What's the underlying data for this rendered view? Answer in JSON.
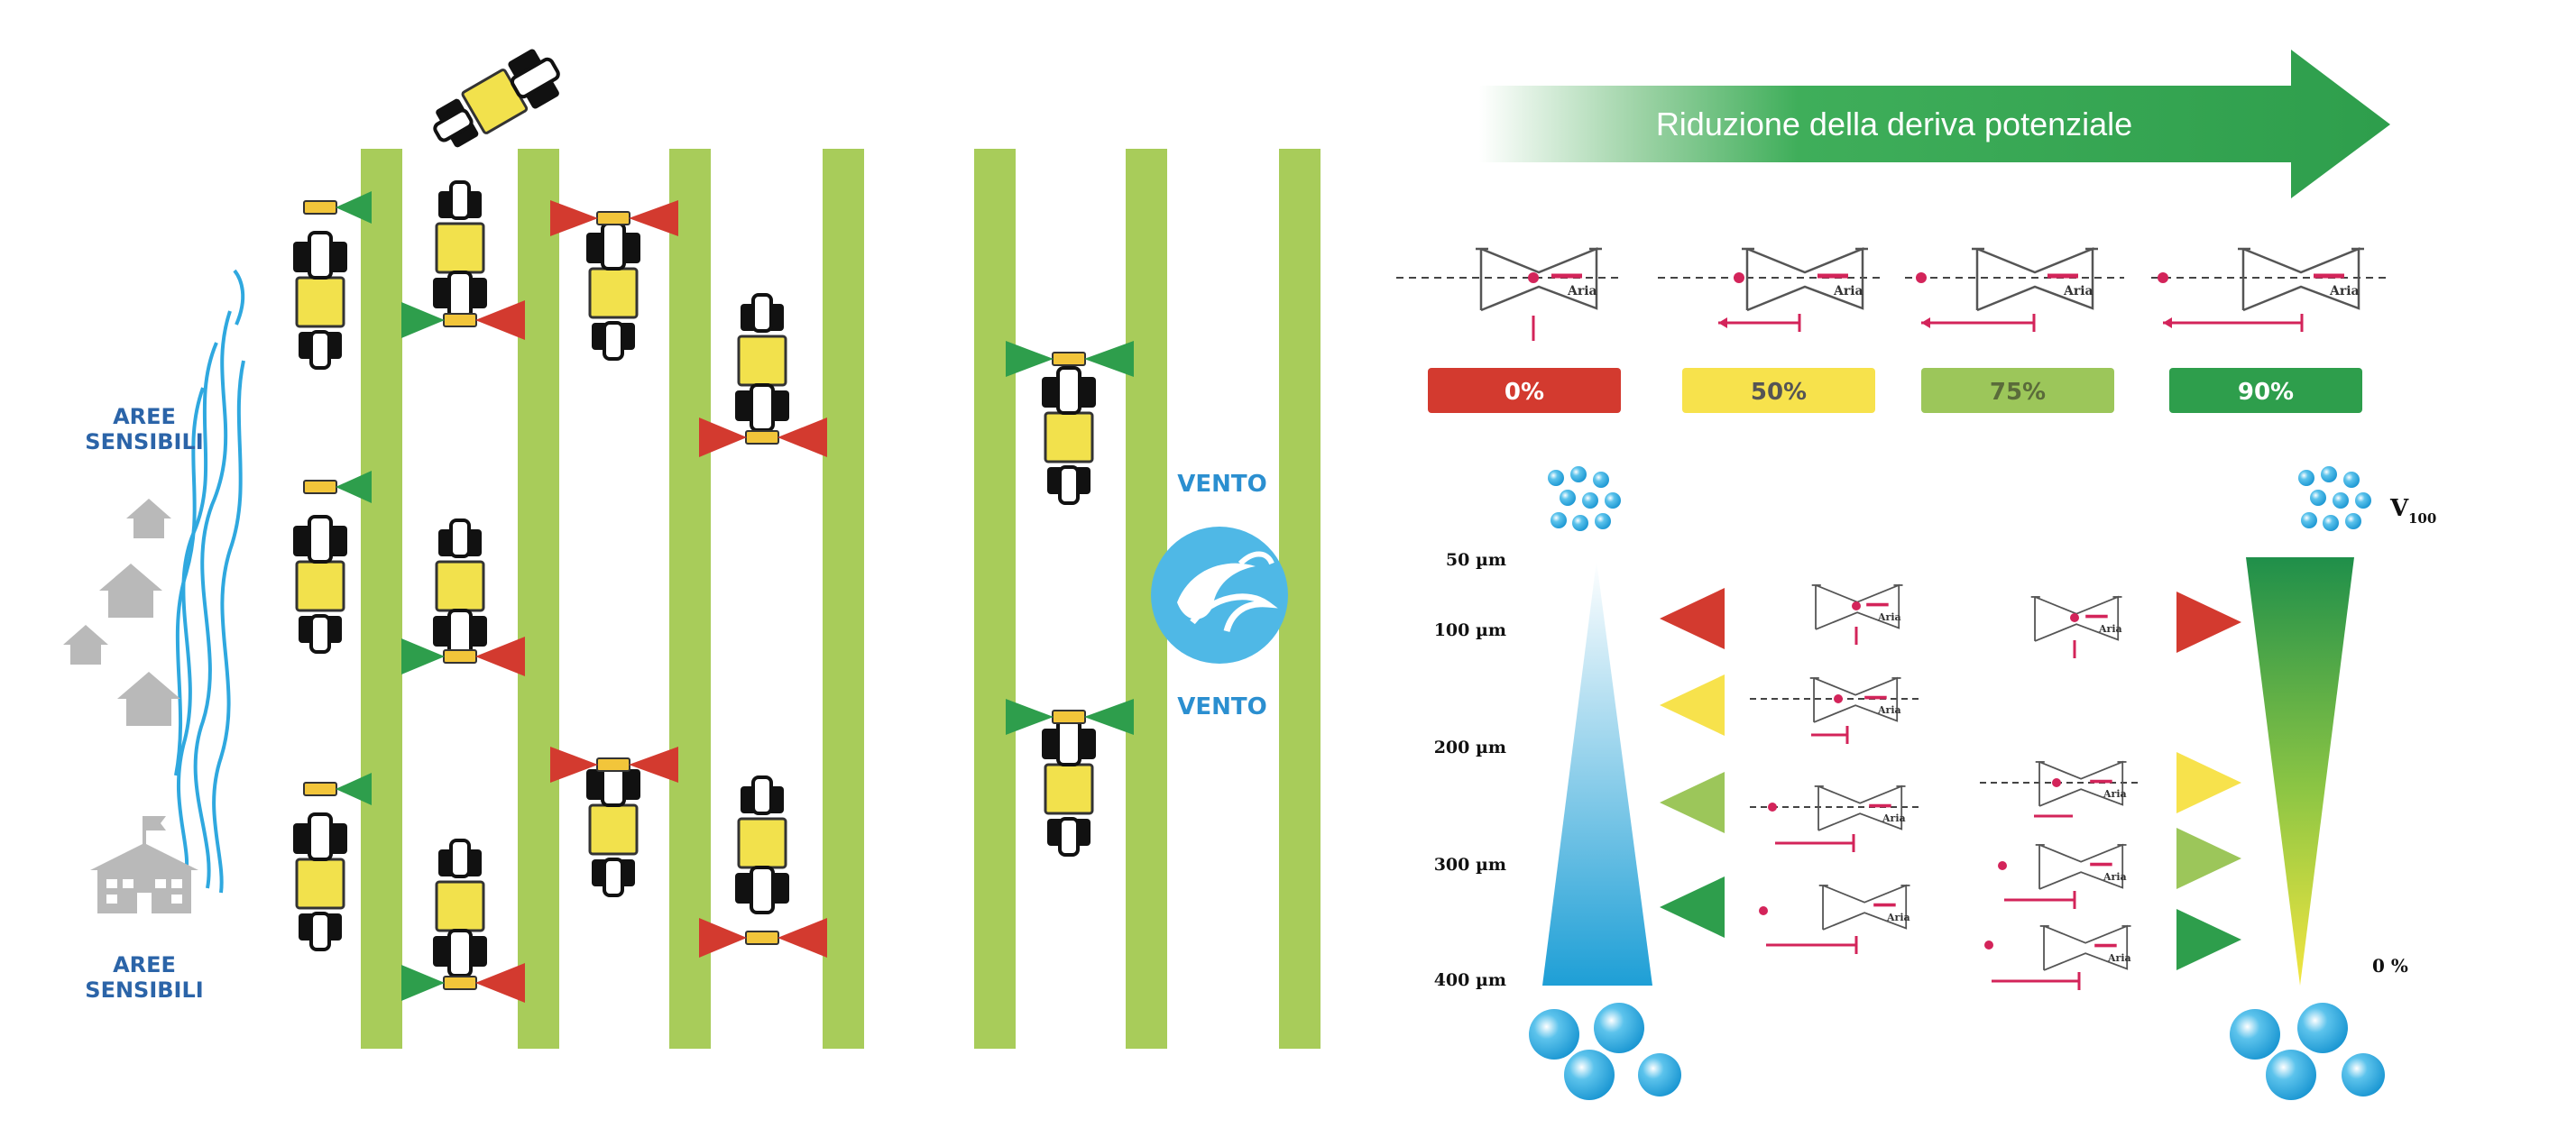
{
  "arrow_banner": {
    "text": "Riduzione della deriva potenziale"
  },
  "sensitive_areas": {
    "top_line1": "AREE",
    "top_line2": "SENSIBILI",
    "bottom_line1": "AREE",
    "bottom_line2": "SENSIBILI"
  },
  "wind": {
    "top": "VENTO",
    "bottom": "VENTO"
  },
  "nozzle_word": "Aria",
  "reduction_levels": [
    {
      "label": "0%",
      "color": "#d33a2f"
    },
    {
      "label": "50%",
      "color": "#f7e24c"
    },
    {
      "label": "75%",
      "color": "#9cc65a"
    },
    {
      "label": "90%",
      "color": "#2e9e4c"
    }
  ],
  "droplet_scale": {
    "labels": [
      "50 µm",
      "100 µm",
      "200 µm",
      "300 µm",
      "400 µm"
    ]
  },
  "right_scale": {
    "top_label": "V",
    "top_sub": "100",
    "bottom_label": "0 %"
  },
  "colors": {
    "green": "#2e9e4c",
    "red": "#d33a2f",
    "yellow": "#f7e24c",
    "light_green": "#9cc65a",
    "field_strip": "#a8cc5a",
    "blue": "#29a6dc",
    "tractor_yellow": "#f2e14c"
  }
}
